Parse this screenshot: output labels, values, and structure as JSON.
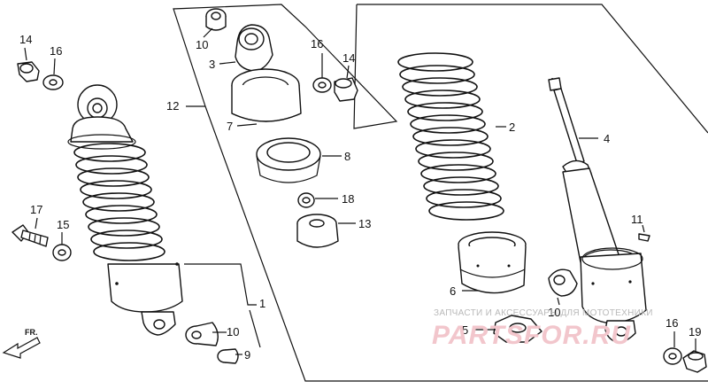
{
  "callouts": [
    {
      "id": "c14a",
      "label": "14"
    },
    {
      "id": "c16a",
      "label": "16"
    },
    {
      "id": "c10a",
      "label": "10"
    },
    {
      "id": "c3",
      "label": "3"
    },
    {
      "id": "c16b",
      "label": "16"
    },
    {
      "id": "c14b",
      "label": "14"
    },
    {
      "id": "c12",
      "label": "12"
    },
    {
      "id": "c7",
      "label": "7"
    },
    {
      "id": "c2",
      "label": "2"
    },
    {
      "id": "c4",
      "label": "4"
    },
    {
      "id": "c8",
      "label": "8"
    },
    {
      "id": "c18",
      "label": "18"
    },
    {
      "id": "c17",
      "label": "17"
    },
    {
      "id": "c15",
      "label": "15"
    },
    {
      "id": "c13",
      "label": "13"
    },
    {
      "id": "c11",
      "label": "11"
    },
    {
      "id": "c1",
      "label": "1"
    },
    {
      "id": "c6",
      "label": "6"
    },
    {
      "id": "c10b",
      "label": "10"
    },
    {
      "id": "c10c",
      "label": "10"
    },
    {
      "id": "c5",
      "label": "5"
    },
    {
      "id": "c16c",
      "label": "16"
    },
    {
      "id": "c19",
      "label": "19"
    },
    {
      "id": "c9",
      "label": "9"
    }
  ],
  "front_arrow": {
    "label": "FR."
  },
  "watermark": {
    "caption": "ЗАПЧАСТИ И АКСЕССУАРЫ ДЛЯ МОТОТЕХНИКИ",
    "brand": "PARTSFOR.RU"
  }
}
